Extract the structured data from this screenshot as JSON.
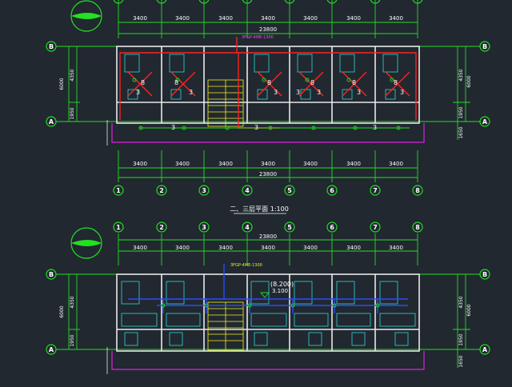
{
  "colors": {
    "background": "#212830",
    "dimension": "#22e022",
    "wall": "#e8e8e8",
    "heating_pipe": "#ff2020",
    "water_pipe": "#2a4cff",
    "fixture": "#30d8d8",
    "stair": "#f0f020",
    "label": "#ffffff",
    "balcony": "#e020e0",
    "annotation": "#ff40ff"
  },
  "plans": [
    {
      "id": "top",
      "axis_labels": [
        "1",
        "2",
        "3",
        "4",
        "5",
        "6",
        "7",
        "8"
      ],
      "segment_dims": [
        "3400",
        "3400",
        "3400",
        "3400",
        "3400",
        "3400",
        "3400"
      ],
      "total_dim": "23800",
      "row_labels": [
        "B",
        "A"
      ],
      "left_dims": [
        "6000",
        "4350",
        "1950"
      ],
      "right_dims": [
        "6000",
        "4350",
        "1950",
        "1650"
      ],
      "tags": [
        "3",
        "3",
        "3",
        "3",
        "3",
        "3",
        "3",
        "3",
        "3",
        "3",
        "8",
        "8",
        "8",
        "8",
        "8",
        "8"
      ],
      "note_label": "3FGP-4ME-1300",
      "title": ""
    },
    {
      "id": "bottom",
      "axis_labels": [
        "1",
        "2",
        "3",
        "4",
        "5",
        "6",
        "7",
        "8"
      ],
      "segment_dims": [
        "3400",
        "3400",
        "3400",
        "3400",
        "3400",
        "3400",
        "3400"
      ],
      "total_dim": "23800",
      "row_labels": [
        "B",
        "A"
      ],
      "left_dims": [
        "6000",
        "4350",
        "1950"
      ],
      "right_dims": [
        "6000",
        "4350",
        "1950",
        "1650"
      ],
      "elevation_a": "(8.200)",
      "elevation_b": "3.100",
      "tags": [],
      "note_label": "3FGP-4ME-1300",
      "title": "二、三层平面 1:100"
    }
  ]
}
